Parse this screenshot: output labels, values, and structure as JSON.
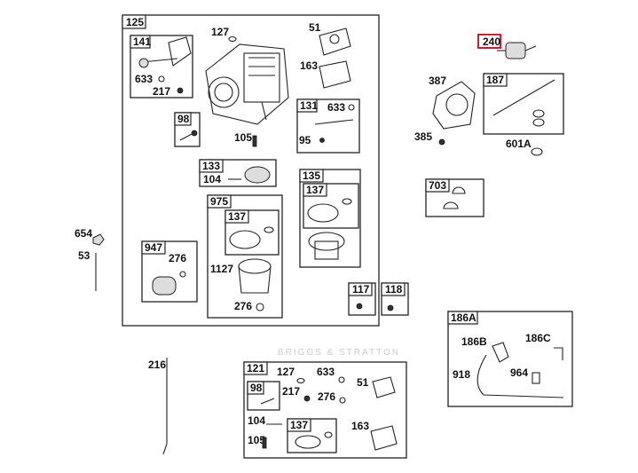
{
  "watermark": "BRIGGS & STRATTON",
  "labels": {
    "p125": "125",
    "p127": "127",
    "p51": "51",
    "p141": "141",
    "p633a": "633",
    "p217a": "217",
    "p163": "163",
    "p98": "98",
    "p105": "105",
    "p131": "131",
    "p633b": "633",
    "p95": "95",
    "p133": "133",
    "p104": "104",
    "p135": "135",
    "p137a": "137",
    "p975": "975",
    "p137b": "137",
    "p1127": "1127",
    "p276a": "276",
    "p947": "947",
    "p276b": "276",
    "p654": "654",
    "p53": "53",
    "p117": "117",
    "p118": "118",
    "p240": "240",
    "p387": "387",
    "p385": "385",
    "p187": "187",
    "p601A": "601A",
    "p703": "703",
    "p186A": "186A",
    "p186B": "186B",
    "p186C": "186C",
    "p918": "918",
    "p964": "964",
    "p216": "216",
    "p121": "121",
    "p127b": "127",
    "p633c": "633",
    "p51b": "51",
    "p98b": "98",
    "p217b": "217",
    "p276c": "276",
    "p104b": "104",
    "p105b": "105",
    "p137c": "137",
    "p163b": "163"
  }
}
